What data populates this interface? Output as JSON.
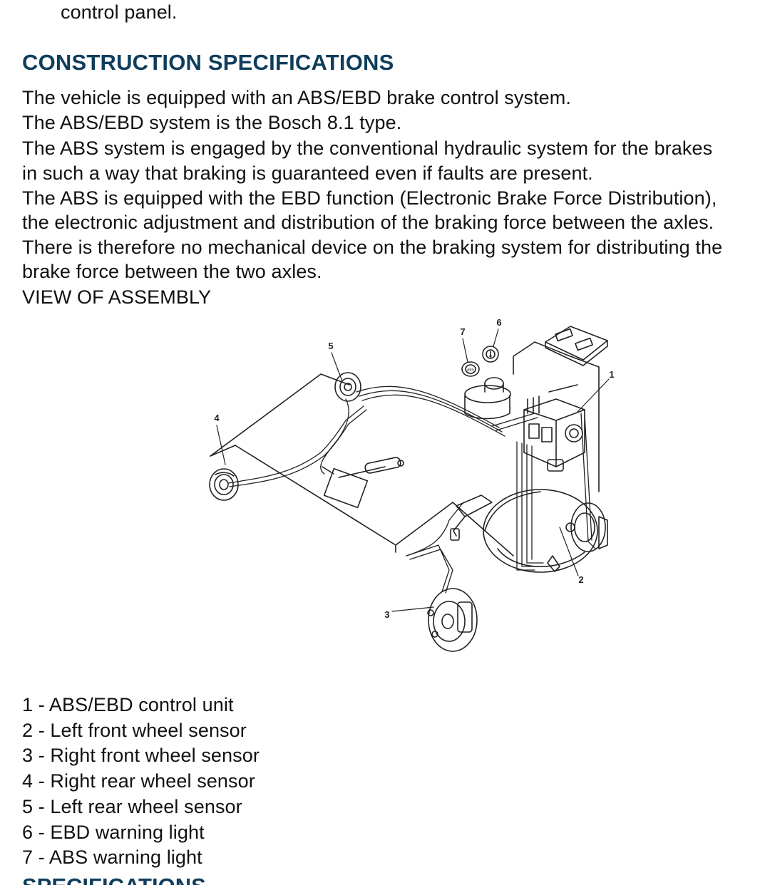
{
  "top_fragment": "control panel.",
  "section_title": "CONSTRUCTION SPECIFICATIONS",
  "paragraph_lines": [
    "The vehicle is equipped with an ABS/EBD brake control system.",
    "The ABS/EBD system is the Bosch 8.1 type.",
    "The ABS system is engaged by the conventional hydraulic system for the brakes",
    "in such a way that braking is guaranteed even if faults are present.",
    "The ABS is equipped with the EBD function (Electronic Brake Force Distribution),",
    "the electronic adjustment and distribution of the braking force between the axles.",
    "There is therefore no mechanical device on the braking system for distributing the",
    "brake force between the two axles."
  ],
  "view_label": "VIEW OF ASSEMBLY",
  "figure_callouts": [
    "1",
    "2",
    "3",
    "4",
    "5",
    "6",
    "7"
  ],
  "figure_badge": "ABS",
  "legend": [
    "1 - ABS/EBD control unit",
    "2 - Left front wheel sensor",
    "3 - Right front wheel sensor",
    "4 - Right rear wheel sensor",
    "5 - Left rear wheel sensor",
    "6 - EBD warning light",
    "7 - ABS warning light"
  ],
  "next_heading": "SPECIFICATIONS",
  "colors": {
    "heading": "#0f3d5c",
    "text": "#111111",
    "background": "#ffffff"
  }
}
